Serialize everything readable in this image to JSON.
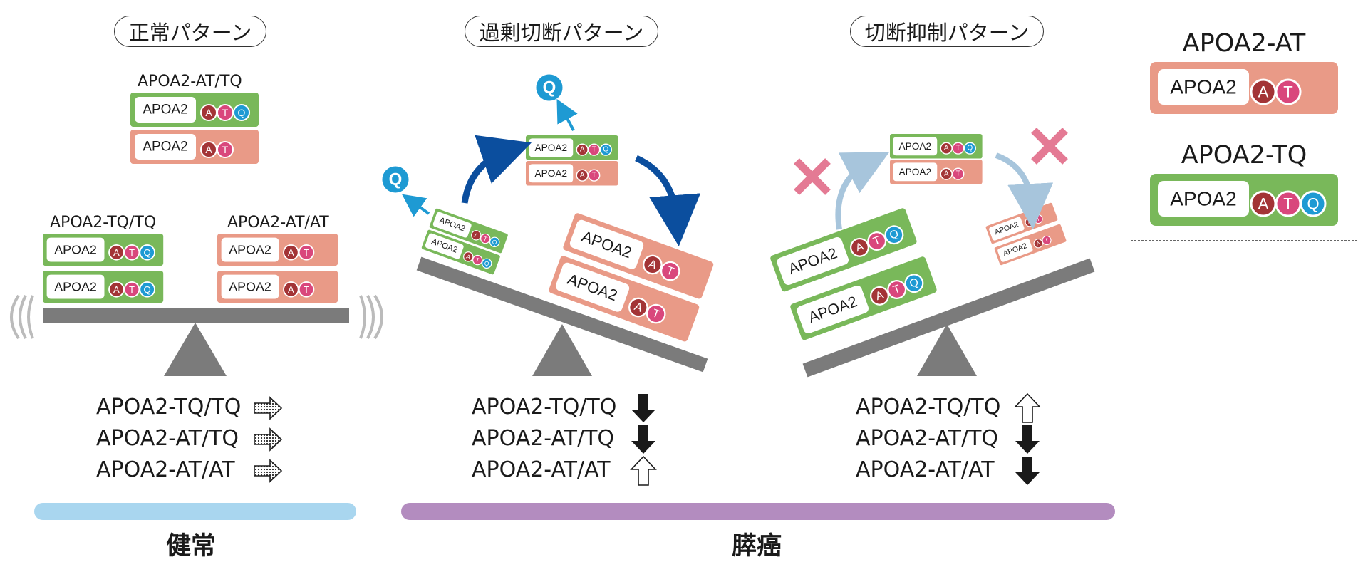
{
  "colors": {
    "at_block": "#e99a87",
    "atq_block": "#79b85a",
    "A_circle": "#a33436",
    "T_circle": "#d9477c",
    "Q_circle": "#1e9ad3",
    "beam": "#7b7b7b",
    "healthy_band": "#a9d6ef",
    "cancer_band": "#b38cbf",
    "dark_arrow": "#0b4e9e",
    "light_arrow": "#a7c5dc",
    "cross": "#e47a94"
  },
  "patterns": {
    "normal": "正常パターン",
    "excess": "過剰切断パターン",
    "suppressed": "切断抑制パターン"
  },
  "normal": {
    "top_label": "APOA2-AT/TQ",
    "left_label": "APOA2-TQ/TQ",
    "right_label": "APOA2-AT/AT"
  },
  "block": {
    "name": "APOA2",
    "A": "A",
    "T": "T",
    "Q": "Q"
  },
  "legend": {
    "at_title": "APOA2-AT",
    "tq_title": "APOA2-TQ"
  },
  "genotypes": {
    "normal": [
      {
        "label": "APOA2-TQ/TQ",
        "trend": "same"
      },
      {
        "label": "APOA2-AT/TQ",
        "trend": "same"
      },
      {
        "label": "APOA2-AT/AT",
        "trend": "same"
      }
    ],
    "excess": [
      {
        "label": "APOA2-TQ/TQ",
        "trend": "down"
      },
      {
        "label": "APOA2-AT/TQ",
        "trend": "down"
      },
      {
        "label": "APOA2-AT/AT",
        "trend": "up"
      }
    ],
    "suppressed": [
      {
        "label": "APOA2-TQ/TQ",
        "trend": "up"
      },
      {
        "label": "APOA2-AT/TQ",
        "trend": "down"
      },
      {
        "label": "APOA2-AT/AT",
        "trend": "down"
      }
    ]
  },
  "groups": {
    "healthy": "健常",
    "cancer": "膵癌"
  }
}
